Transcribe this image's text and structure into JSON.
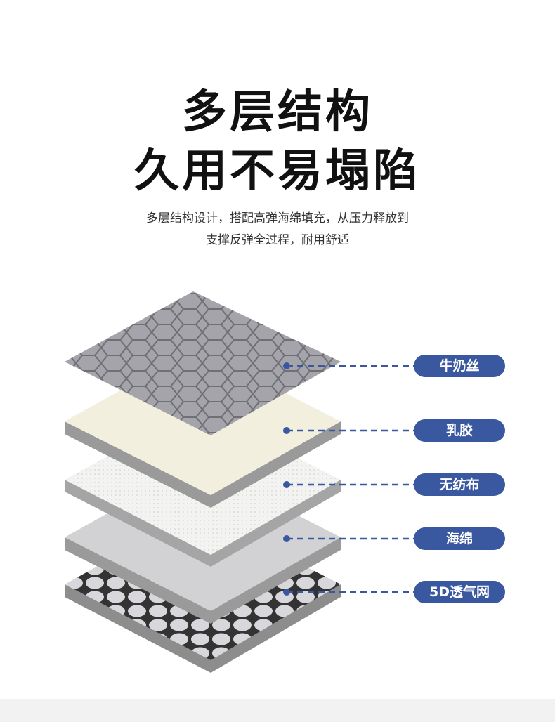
{
  "title": {
    "line1": "多层结构",
    "line2": "久用不易塌陷"
  },
  "subtitle": {
    "line1": "多层结构设计，搭配高弹海绵填充，从压力释放到",
    "line2": "支撑反弹全过程，耐用舒适"
  },
  "layers": [
    {
      "label": "牛奶丝"
    },
    {
      "label": "乳胶"
    },
    {
      "label": "无纺布"
    },
    {
      "label": "海绵"
    },
    {
      "label": "5D透气网"
    }
  ],
  "colors": {
    "accent": "#3a58a0"
  }
}
